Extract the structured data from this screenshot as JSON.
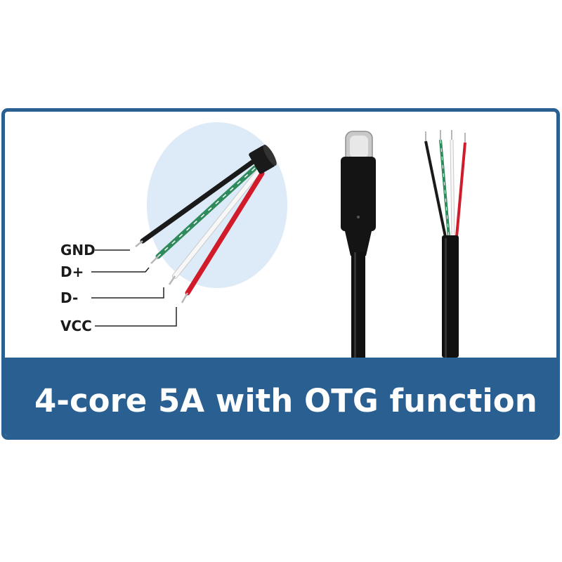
{
  "pin_labels": [
    {
      "id": "gnd",
      "text": "GND"
    },
    {
      "id": "dplus",
      "text": "D+"
    },
    {
      "id": "dminus",
      "text": "D-"
    },
    {
      "id": "vcc",
      "text": "VCC"
    }
  ],
  "caption": "4-core 5A with OTG function",
  "colors": {
    "frame": "#2a5f91",
    "highlight_circle": "#ddeaf7",
    "wire_gnd": "#1a1a1a",
    "wire_dplus": "#2f8a5c",
    "wire_dminus": "#f2f2f2",
    "wire_vcc": "#d11a2a",
    "cable": "#111111"
  },
  "icons": [
    "wire-bundle-illustration",
    "usb-c-plug-icon",
    "stripped-cable-icon"
  ]
}
